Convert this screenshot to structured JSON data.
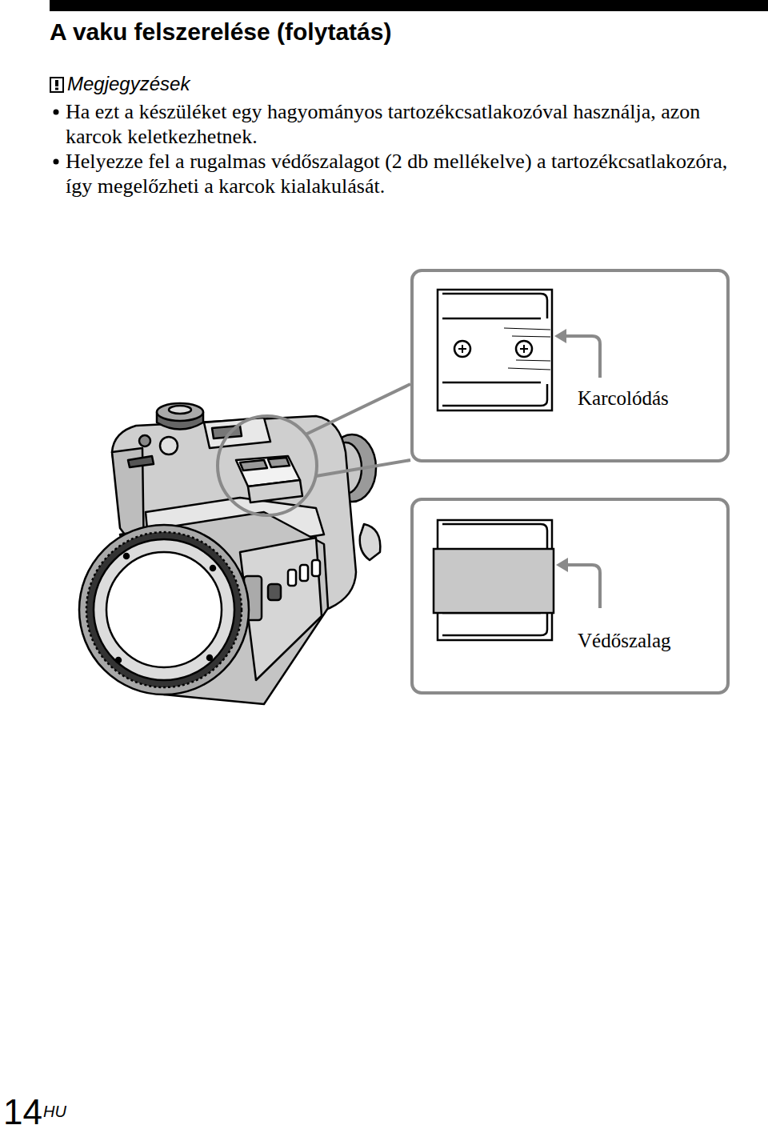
{
  "diagram": {
    "title": "A vaku felszerelése (folytatás)",
    "nodes": [
      {
        "text": [
          "Karcolódás"
        ]
      },
      {
        "text": [
          "Védőszalag"
        ]
      }
    ],
    "labels": [
      "Megjegyzések",
      "Ha ezt a készüléket egy hagyományos tartozékcsatlakozóval használja, azon karcok keletkezhetnek.",
      "Helyezze fel a rugalmas védőszalagot (2 db mellékelve) a tartozékcsatlakozóra, így megelőzheti a karcok kialakulását.",
      "14",
      "HU"
    ]
  }
}
